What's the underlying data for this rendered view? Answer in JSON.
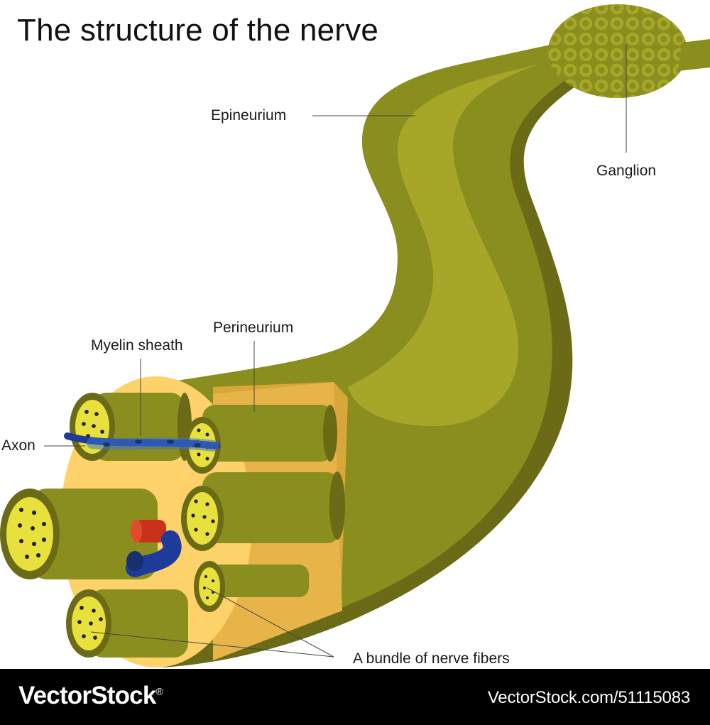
{
  "title": "The structure of the nerve",
  "labels": {
    "epineurium": "Epineurium",
    "ganglion": "Ganglion",
    "perineurium": "Perineurium",
    "myelin_sheath": "Myelin sheath",
    "axon": "Axon",
    "bundle": "A bundle of nerve fibers"
  },
  "footer": {
    "brand": "VectorStock",
    "brand_mark": "®",
    "url": "VectorStock.com/51115083"
  },
  "colors": {
    "nerve_dark": "#6b6a16",
    "nerve_mid": "#8a8e1f",
    "nerve_light": "#a6a629",
    "fascicle_yellow": "#e8e03c",
    "cross_section": "#fdd26b",
    "vein_blue": "#1e3a9a",
    "artery_red": "#c8321a"
  }
}
